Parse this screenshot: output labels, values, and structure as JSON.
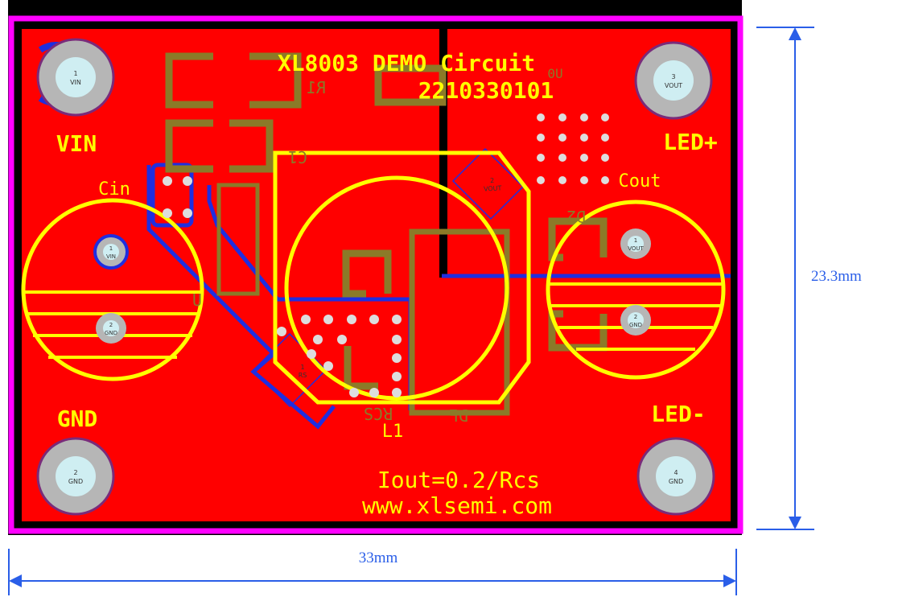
{
  "board": {
    "title": "XL8003 DEMO Circuit",
    "part_number": "2210330101",
    "formula": "Iout=0.2/Rcs",
    "website": "www.xlsemi.com",
    "colors": {
      "copper": "#ff0000",
      "silkscreen": "#ffff00",
      "outline": "#ff00ff",
      "bottom_trace": "#1f2ee0",
      "component_body": "#8b7a28",
      "pad": "#c8c8c8",
      "background": "#000000"
    }
  },
  "connectors": {
    "vin": {
      "label": "VIN",
      "pad_num": "1",
      "pad_net": "VIN"
    },
    "gnd_left": {
      "label": "GND",
      "pad_num": "2",
      "pad_net": "GND"
    },
    "led_plus": {
      "label": "LED+",
      "pad_num": "3",
      "pad_net": "VOUT"
    },
    "led_minus": {
      "label": "LED-",
      "pad_num": "4",
      "pad_net": "GND"
    }
  },
  "components": {
    "cin": {
      "label": "Cin",
      "pad1_num": "1",
      "pad1_net": "VIN",
      "pad2_num": "2",
      "pad2_net": "GND"
    },
    "cout": {
      "label": "Cout",
      "pad1_num": "1",
      "pad1_net": "VOUT",
      "pad2_num": "2",
      "pad2_net": "GND"
    },
    "r1": {
      "label": "R1"
    },
    "c1": {
      "label": "C1"
    },
    "u1": {
      "label": "U"
    },
    "l1": {
      "label": "L1"
    },
    "rcs": {
      "label": "RCS"
    },
    "df": {
      "label": "DF"
    },
    "d2": {
      "label": "D2"
    },
    "u0": {
      "label": "U0"
    },
    "rot_pad_vout": {
      "num": "2",
      "net": "VOUT"
    },
    "rot_pad_rs": {
      "num": "1",
      "net": "RS"
    }
  },
  "dimensions": {
    "width": "33mm",
    "height": "23.3mm",
    "color": "#2a5ee8"
  }
}
